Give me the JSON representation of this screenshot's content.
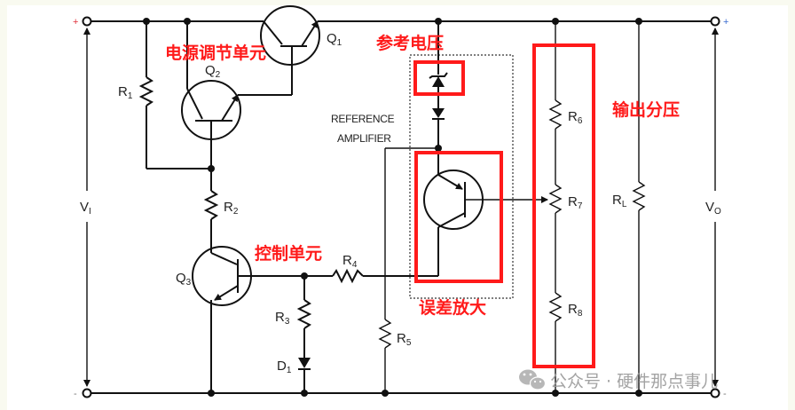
{
  "diagram": {
    "type": "series voltage regulator schematic",
    "terminals": {
      "input_plus": "+",
      "input_minus": "-",
      "output_plus": "+",
      "output_minus": "-"
    },
    "voltage_labels": {
      "input": {
        "main": "V",
        "sub": "I"
      },
      "output": {
        "main": "V",
        "sub": "O"
      }
    },
    "components": {
      "q1": {
        "main": "Q",
        "sub": "1"
      },
      "q2": {
        "main": "Q",
        "sub": "2"
      },
      "q3": {
        "main": "Q",
        "sub": "3"
      },
      "r1": {
        "main": "R",
        "sub": "1"
      },
      "r2": {
        "main": "R",
        "sub": "2"
      },
      "r3": {
        "main": "R",
        "sub": "3"
      },
      "r4": {
        "main": "R",
        "sub": "4"
      },
      "r5": {
        "main": "R",
        "sub": "5"
      },
      "r6": {
        "main": "R",
        "sub": "6"
      },
      "r7": {
        "main": "R",
        "sub": "7"
      },
      "r8": {
        "main": "R",
        "sub": "8"
      },
      "rl": {
        "main": "R",
        "sub": "L"
      },
      "d1": {
        "main": "D",
        "sub": "1"
      }
    },
    "reference_amplifier_label": [
      "REFERENCE",
      "AMPLIFIER"
    ],
    "annotations": {
      "power_regulation_unit": "电源调节单元",
      "reference_voltage": "参考电压",
      "output_divider": "输出分压",
      "control_unit": "控制单元",
      "error_amplifier": "误差放大"
    },
    "colors": {
      "annotation": "#ff1a1a",
      "wire": "#111111",
      "terminal_plus": "#e0303a",
      "terminal_minus": "#7a7a7a"
    }
  },
  "watermark": {
    "icon": "wechat-icon",
    "text": "公众号 · 硬件那点事儿"
  }
}
